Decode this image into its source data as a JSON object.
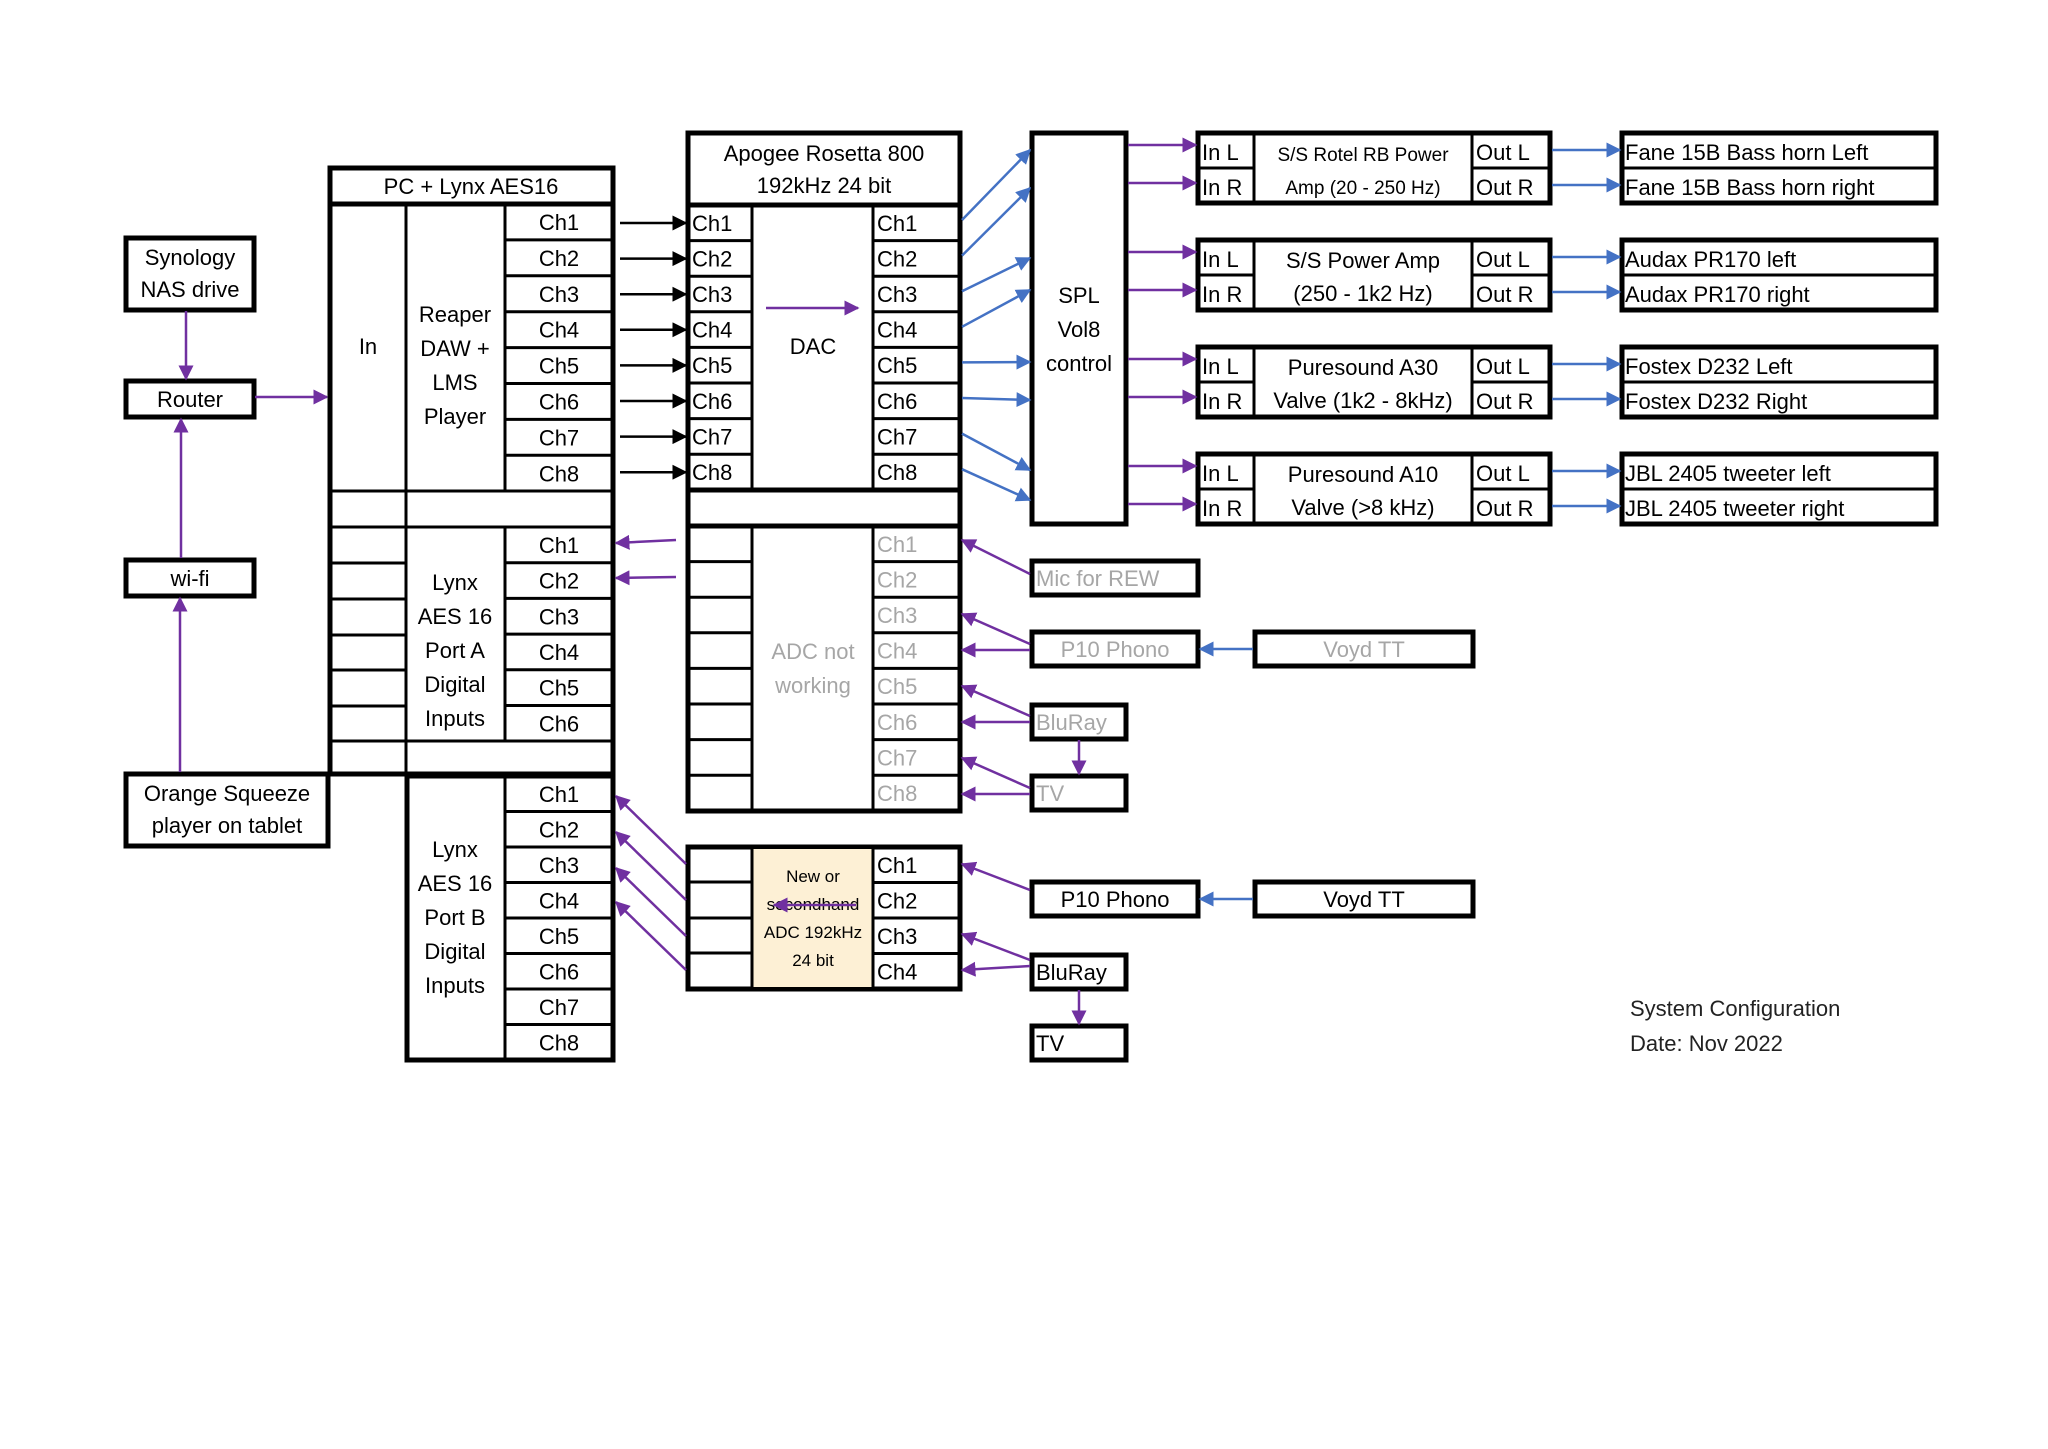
{
  "colors": {
    "purple": "#7030a0",
    "blue": "#4472c4",
    "black": "#000000",
    "grey_text": "#a6a6a6",
    "adc_fill": "#fdf0d5"
  },
  "network": {
    "nas": [
      "Synology",
      "NAS drive"
    ],
    "router": "Router",
    "wifi": "wi-fi",
    "tablet": [
      "Orange Squeeze",
      "player on tablet"
    ]
  },
  "pc": {
    "title": "PC + Lynx AES16",
    "in_label": "In",
    "reaper": [
      "Reaper",
      "DAW +",
      "LMS",
      "Player"
    ],
    "outputs": [
      "Ch1",
      "Ch2",
      "Ch3",
      "Ch4",
      "Ch5",
      "Ch6",
      "Ch7",
      "Ch8"
    ],
    "port_a": [
      "Lynx",
      "AES 16",
      "Port A",
      "Digital",
      "Inputs"
    ],
    "port_a_channels": [
      "Ch1",
      "Ch2",
      "Ch3",
      "Ch4",
      "Ch5",
      "Ch6"
    ],
    "port_b": [
      "Lynx",
      "AES 16",
      "Port B",
      "Digital",
      "Inputs"
    ],
    "port_b_channels": [
      "Ch1",
      "Ch2",
      "Ch3",
      "Ch4",
      "Ch5",
      "Ch6",
      "Ch7",
      "Ch8"
    ]
  },
  "apogee": {
    "title": [
      "Apogee Rosetta 800",
      "192kHz 24 bit"
    ],
    "in_channels": [
      "Ch1",
      "Ch2",
      "Ch3",
      "Ch4",
      "Ch5",
      "Ch6",
      "Ch7",
      "Ch8"
    ],
    "dac_label": "DAC",
    "out_channels": [
      "Ch1",
      "Ch2",
      "Ch3",
      "Ch4",
      "Ch5",
      "Ch6",
      "Ch7",
      "Ch8"
    ],
    "adc_label": [
      "ADC not",
      "working"
    ],
    "adc_channels": [
      "Ch1",
      "Ch2",
      "Ch3",
      "Ch4",
      "Ch5",
      "Ch6",
      "Ch7",
      "Ch8"
    ]
  },
  "new_adc": {
    "label": [
      "New or",
      "secondhand",
      "ADC 192kHz",
      "24 bit"
    ],
    "channels": [
      "Ch1",
      "Ch2",
      "Ch3",
      "Ch4"
    ]
  },
  "sources_old": {
    "mic": "Mic for REW",
    "phono": "P10 Phono",
    "turntable": "Voyd TT",
    "bluray": "BluRay",
    "tv": "TV"
  },
  "sources_new": {
    "phono": "P10 Phono",
    "turntable": "Voyd TT",
    "bluray": "BluRay",
    "tv": "TV"
  },
  "spl": [
    "SPL",
    "Vol8",
    "control"
  ],
  "amps": [
    {
      "in_l": "In L",
      "in_r": "In R",
      "name": [
        "S/S Rotel RB Power",
        "Amp (20 - 250 Hz)"
      ],
      "out_l": "Out L",
      "out_r": "Out R"
    },
    {
      "in_l": "In L",
      "in_r": "In R",
      "name": [
        "S/S Power Amp",
        "(250 - 1k2 Hz)"
      ],
      "out_l": "Out L",
      "out_r": "Out R"
    },
    {
      "in_l": "In L",
      "in_r": "In R",
      "name": [
        "Puresound A30",
        "Valve (1k2 - 8kHz)"
      ],
      "out_l": "Out L",
      "out_r": "Out R"
    },
    {
      "in_l": "In L",
      "in_r": "In R",
      "name": [
        "Puresound A10",
        "Valve (>8 kHz)"
      ],
      "out_l": "Out L",
      "out_r": "Out R"
    }
  ],
  "speakers": [
    [
      "Fane 15B Bass horn Left",
      "Fane 15B Bass horn right"
    ],
    [
      "Audax PR170 left",
      "Audax PR170 right"
    ],
    [
      "Fostex D232 Left",
      "Fostex D232 Right"
    ],
    [
      "JBL 2405 tweeter left",
      "JBL 2405 tweeter right"
    ]
  ],
  "caption": [
    "System Configuration",
    "Date: Nov 2022"
  ]
}
